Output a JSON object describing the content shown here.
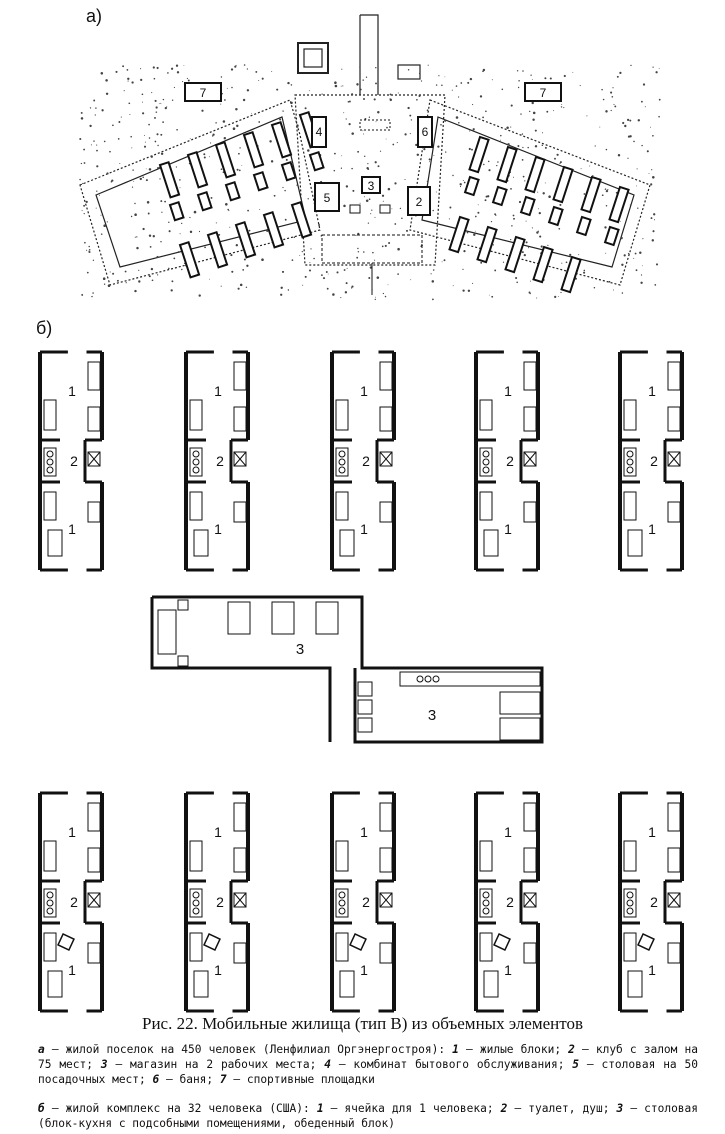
{
  "panel_a": {
    "label": "а)",
    "buildings": [
      "7",
      "7",
      "4",
      "6",
      "5",
      "3",
      "2"
    ]
  },
  "panel_b": {
    "label": "б)",
    "unit_labels": {
      "sleep": "1",
      "wc": "2"
    },
    "dining_labels": [
      "3",
      "3"
    ]
  },
  "caption": {
    "title": "Рис. 22. Мобильные жилища (тип В) из объемных элементов",
    "a_key": "а",
    "a_text": " — жилой поселок на 450 человек (Ленфилиал Оргэнергостроя): ",
    "a_1_key": "1",
    "a_1": " — жилые блоки; ",
    "a_2_key": "2",
    "a_2": " — клуб с залом на 75 мест; ",
    "a_3_key": "3",
    "a_3": " — магазин на 2 рабочих места; ",
    "a_4_key": "4",
    "a_4": " — комбинат бытового обслуживания; ",
    "a_5_key": "5",
    "a_5": " — столовая на 50 посадочных мест; ",
    "a_6_key": "6",
    "a_6": " — баня; ",
    "a_7_key": "7",
    "a_7": " — спортивные площадки",
    "b_key": "б",
    "b_text": " — жилой комплекс на 32 человека (США): ",
    "b_1_key": "1",
    "b_1": " — ячейка для 1 человека; ",
    "b_2_key": "2",
    "b_2": " — туалет, душ; ",
    "b_3_key": "3",
    "b_3": " — столовая (блок-кухня с подсобными помещениями, обеденный блок)"
  }
}
